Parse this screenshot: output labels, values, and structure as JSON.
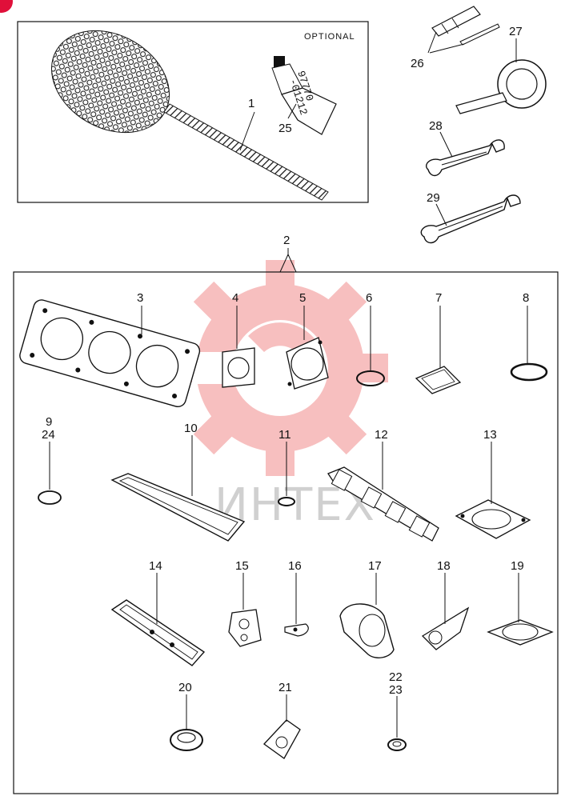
{
  "optional_box": {
    "label": "OPTIONAL"
  },
  "tube_text": {
    "line1": "97770",
    "line2": "-01212"
  },
  "watermark": {
    "text": "ИНТЕХ",
    "color": "#f2a3a3"
  },
  "colors": {
    "line": "#111111",
    "accent": "#e0103a",
    "wm_gear": "#f6b5b5"
  },
  "callouts": {
    "n1": "1",
    "n2": "2",
    "n3": "3",
    "n4": "4",
    "n5": "5",
    "n6": "6",
    "n7": "7",
    "n8": "8",
    "n9": "9",
    "n24": "24",
    "n10": "10",
    "n11": "11",
    "n12": "12",
    "n13": "13",
    "n14": "14",
    "n15": "15",
    "n16": "16",
    "n17": "17",
    "n18": "18",
    "n19": "19",
    "n20": "20",
    "n21": "21",
    "n22": "22",
    "n23": "23",
    "n25": "25",
    "n26": "26",
    "n27": "27",
    "n28": "28",
    "n29": "29"
  }
}
